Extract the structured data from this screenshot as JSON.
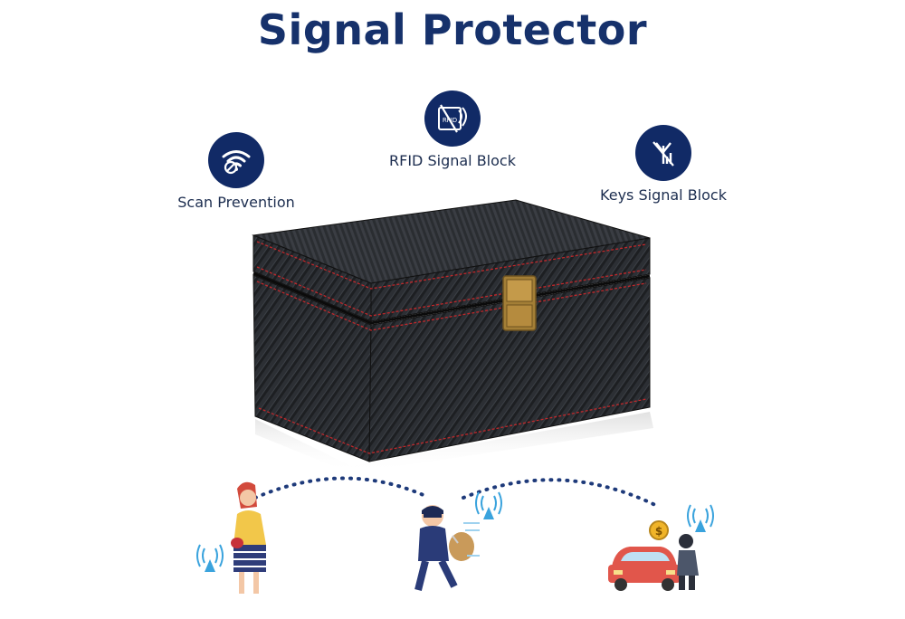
{
  "title": "Signal Protector",
  "features": [
    {
      "label": "Scan Prevention",
      "icon": "wifi-blocked-icon"
    },
    {
      "label": "RFID Signal Block",
      "icon": "rfid-blocked-icon"
    },
    {
      "label": "Keys Signal Block",
      "icon": "antenna-blocked-icon"
    }
  ],
  "colors": {
    "title": "#16316b",
    "icon_circle": "#112a66",
    "box": "#1f2124",
    "stitch": "#c0282b",
    "latch": "#b08a3e",
    "signal": "#3aa3dd"
  },
  "illustration": {
    "box": "carbon-fiber-faraday-box",
    "scene": [
      "woman-with-key-fob",
      "thief-with-relay-device",
      "thief-at-car"
    ],
    "coin_symbol": "$"
  }
}
